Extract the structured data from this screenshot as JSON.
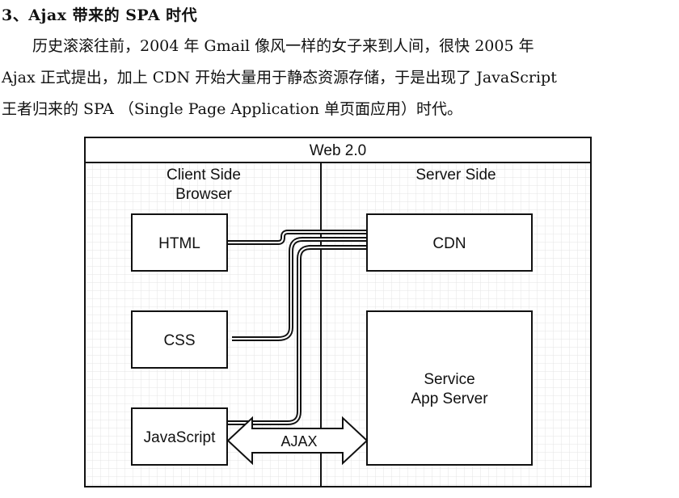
{
  "article": {
    "heading": "3、Ajax 带来的 SPA 时代",
    "lines": [
      "历史滚滚往前，2004 年 Gmail 像风一样的女子来到人间，很快 2005 年",
      "Ajax 正式提出，加上 CDN 开始大量用于静态资源存储，于是出现了 JavaScript",
      "王者归来的 SPA （Single Page Application 单页面应用）时代。"
    ]
  },
  "diagram": {
    "title": "Web 2.0",
    "client_label_1": "Client Side",
    "client_label_2": "Browser",
    "server_label": "Server Side",
    "html_box": "HTML",
    "css_box": "CSS",
    "js_box": "JavaScript",
    "cdn_box": "CDN",
    "service_line_1": "Service",
    "service_line_2": "App Server",
    "ajax_label": "AJAX"
  }
}
